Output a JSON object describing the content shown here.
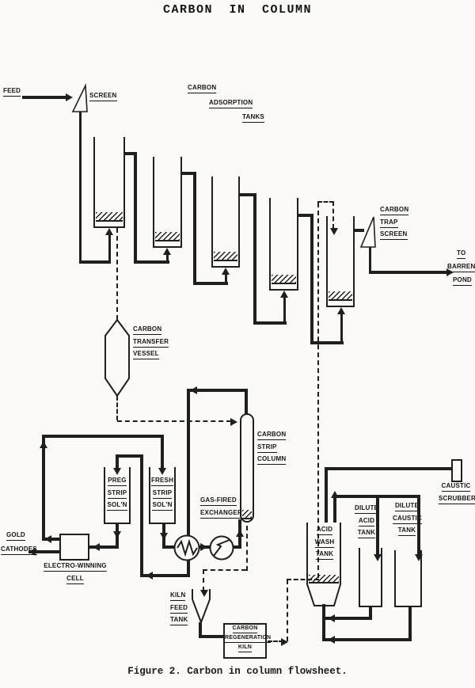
{
  "title": "CARBON IN COLUMN",
  "caption": "Figure 2.  Carbon in column flowsheet.",
  "colors": {
    "ink": "#1f1f1f",
    "paper": "#fbfaf7"
  },
  "nodes": {
    "feed": {
      "label": "FEED"
    },
    "feed_screen": {
      "label": "SCREEN"
    },
    "adsorption_tanks": {
      "lines": [
        "CARBON",
        "ADSORPTION",
        "TANKS"
      ]
    },
    "carbon_trap_screen": {
      "lines": [
        "CARBON",
        "TRAP",
        "SCREEN"
      ]
    },
    "barren_pond": {
      "lines": [
        "TO",
        "BARREN",
        "POND"
      ]
    },
    "carbon_transfer_vessel": {
      "lines": [
        "CARBON",
        "TRANSFER",
        "VESSEL"
      ]
    },
    "carbon_strip_column": {
      "lines": [
        "CARBON",
        "STRIP",
        "COLUMN"
      ]
    },
    "preg_strip_soln": {
      "lines": [
        "PREG",
        "STRIP",
        "SOL'N"
      ]
    },
    "fresh_strip_soln": {
      "lines": [
        "FRESH",
        "STRIP",
        "SOL'N"
      ]
    },
    "gas_fired_exchanger": {
      "lines": [
        "GAS-FIRED",
        "EXCHANGER"
      ]
    },
    "gold_cathodes": {
      "lines": [
        "GOLD",
        "CATHODES"
      ]
    },
    "electro_winning_cell": {
      "lines": [
        "ELECTRO-WINNING",
        "CELL"
      ]
    },
    "kiln_feed_tank": {
      "lines": [
        "KILN",
        "FEED",
        "TANK"
      ]
    },
    "carbon_regeneration_kiln": {
      "lines": [
        "CARBON",
        "REGENERATION",
        "KILN"
      ]
    },
    "acid_wash_tank": {
      "lines": [
        "ACID",
        "WASH",
        "TANK"
      ]
    },
    "dilute_acid_tank": {
      "lines": [
        "DILUTE",
        "ACID",
        "TANK"
      ]
    },
    "dilute_caustic_tank": {
      "lines": [
        "DILUTE",
        "CAUSTIC",
        "TANK"
      ]
    },
    "caustic_scrubber": {
      "lines": [
        "CAUSTIC",
        "SCRUBBER"
      ]
    }
  }
}
